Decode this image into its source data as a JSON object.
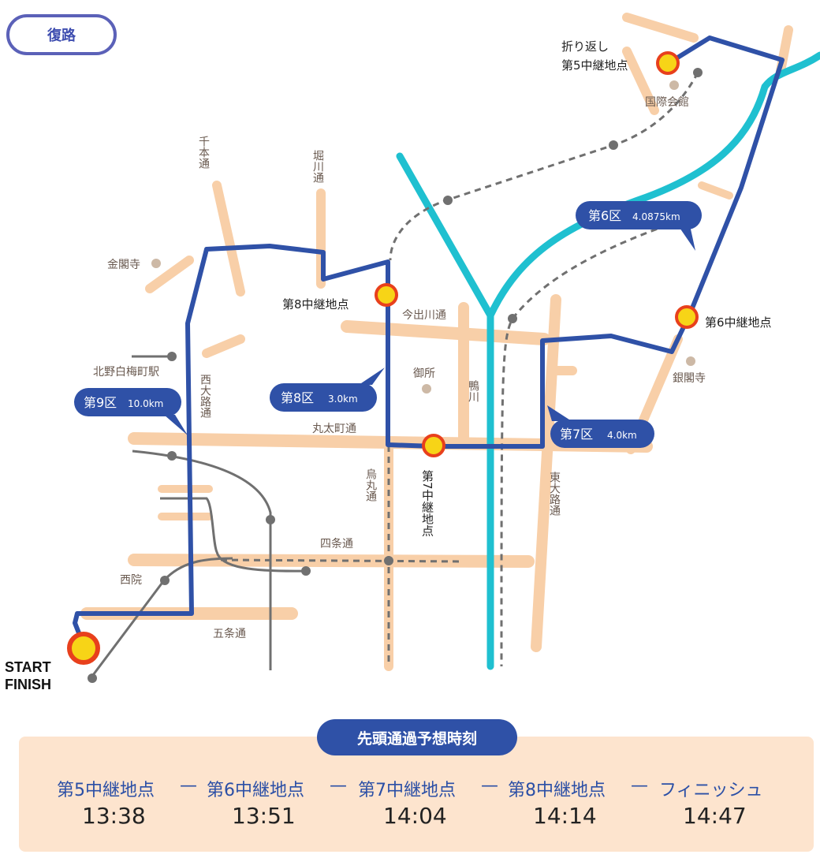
{
  "direction_badge": "復路",
  "checkpoints": {
    "cp5_line1": "折り返し",
    "cp5_line2": "第5中継地点",
    "cp6": "第6中継地点",
    "cp7": "第7中継地点",
    "cp8": "第8中継地点",
    "start": "START",
    "finish": "FINISH"
  },
  "sections": {
    "s6_name": "第6区",
    "s6_dist": "4.0875km",
    "s7_name": "第7区",
    "s7_dist": "4.0km",
    "s8_name": "第8区",
    "s8_dist": "3.0km",
    "s9_name": "第9区",
    "s9_dist": "10.0km"
  },
  "landmarks": {
    "kokusai_kaikan": "国際会館",
    "kinkakuji": "金閣寺",
    "ginkakuji": "銀閣寺",
    "gosho": "御所",
    "kitano_station": "北野白梅町駅",
    "saiin": "西院",
    "kamogawa": "鴨川"
  },
  "streets": {
    "senbon": "千本通",
    "horikawa": "堀川通",
    "imadegawa": "今出川通",
    "nishioji": "西大路通",
    "marutamachi": "丸太町通",
    "karasuma": "烏丸通",
    "higashioji": "東大路通",
    "shijo": "四条通",
    "gojo": "五条通"
  },
  "schedule": {
    "title": "先頭通過予想時刻",
    "separator": "—",
    "stops": [
      {
        "name": "第5中継地点",
        "time": "13:38"
      },
      {
        "name": "第6中継地点",
        "time": "13:51"
      },
      {
        "name": "第7中継地点",
        "time": "14:04"
      },
      {
        "name": "第8中継地点",
        "time": "14:14"
      },
      {
        "name": "フィニッシュ",
        "time": "14:47"
      }
    ]
  },
  "colors": {
    "route": "#2f51a7",
    "road": "#f8cfa8",
    "river": "#1fc0d0",
    "checkpoint_fill": "#f7d417",
    "checkpoint_ring": "#e8401c",
    "rail": "#707070"
  }
}
